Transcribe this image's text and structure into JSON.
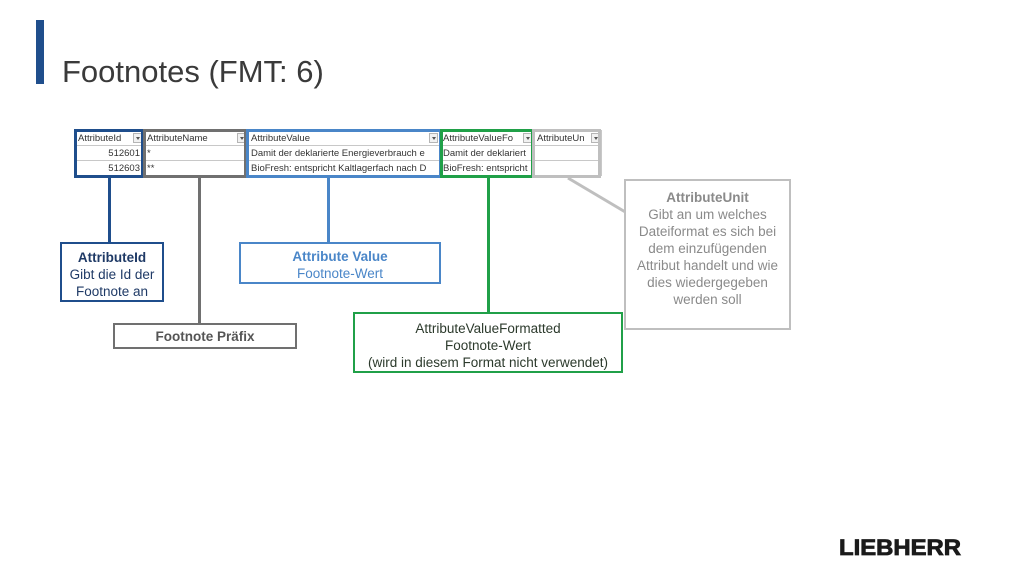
{
  "title": "Footnotes (FMT: 6)",
  "table": {
    "headers": [
      "AttributeId",
      "AttributeName",
      "AttributeValue",
      "AttributeValueFo",
      "AttributeUn"
    ],
    "rows": [
      [
        "512601",
        "*",
        "Damit der deklarierte Energieverbrauch e",
        "Damit der deklariert",
        ""
      ],
      [
        "512603",
        "**",
        "BioFresh: entspricht Kaltlagerfach nach D",
        "BioFresh: entspricht",
        ""
      ]
    ]
  },
  "callouts": {
    "attribute_id": {
      "title": "AttributeId",
      "text1": "Gibt die Id der",
      "text2": "Footnote an"
    },
    "footnote_prefix": {
      "title": "Footnote Präfix"
    },
    "attribute_value": {
      "title": "Attribute Value",
      "text1": "Footnote-Wert"
    },
    "attribute_value_formatted": {
      "title": "AttributeValueFormatted",
      "text1": "Footnote-Wert",
      "text2": "(wird in diesem Format nicht verwendet)"
    },
    "attribute_unit": {
      "title": "AttributeUnit",
      "text1": "Gibt an um welches",
      "text2": "Dateiformat es sich bei",
      "text3": "dem einzufügenden",
      "text4": "Attribut handelt und wie",
      "text5": "dies wiedergegeben",
      "text6": "werden soll"
    }
  },
  "logo": {
    "text": "LIEBHERR"
  },
  "colors": {
    "blue_dark": "#1f4e8c",
    "blue_light": "#4a86c8",
    "gray": "#707070",
    "green": "#20a048",
    "light_gray": "#bfbfbf"
  }
}
